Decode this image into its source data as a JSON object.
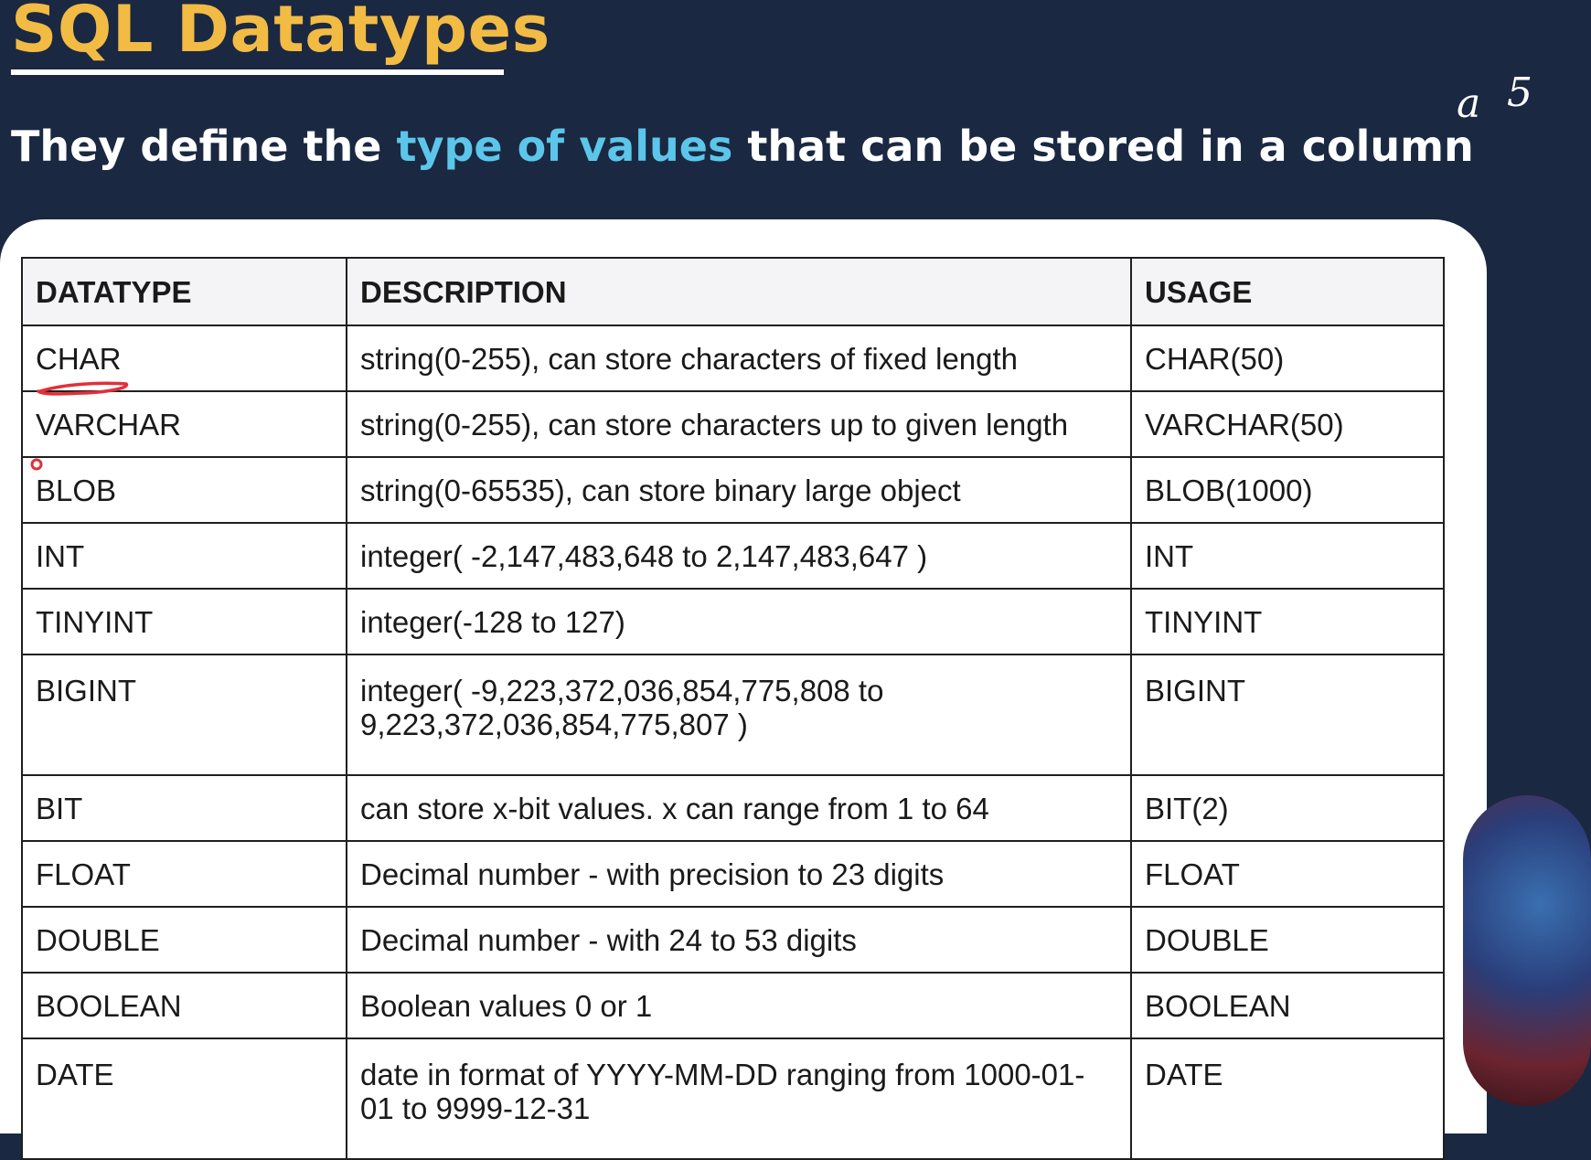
{
  "slide": {
    "title": "SQL Datatypes",
    "subtitle_pre": "They define the ",
    "subtitle_highlight": "type of values",
    "subtitle_post": " that can be stored in a column",
    "hand_note": "a",
    "hand_note_2": "5"
  },
  "table": {
    "headers": [
      "DATATYPE",
      "DESCRIPTION",
      "USAGE"
    ],
    "rows": [
      [
        "CHAR",
        "string(0-255), can store characters of fixed length",
        "CHAR(50)"
      ],
      [
        "VARCHAR",
        "string(0-255), can store characters up to given length",
        "VARCHAR(50)"
      ],
      [
        "BLOB",
        "string(0-65535), can store binary large object",
        "BLOB(1000)"
      ],
      [
        "INT",
        "integer( -2,147,483,648 to 2,147,483,647 )",
        "INT"
      ],
      [
        "TINYINT",
        "integer(-128 to 127)",
        "TINYINT"
      ],
      [
        "BIGINT",
        "integer( -9,223,372,036,854,775,808 to 9,223,372,036,854,775,807 )",
        "BIGINT"
      ],
      [
        "BIT",
        "can store x-bit values. x can range from 1 to 64",
        "BIT(2)"
      ],
      [
        "FLOAT",
        "Decimal number - with precision to 23 digits",
        "FLOAT"
      ],
      [
        "DOUBLE",
        "Decimal number - with 24 to 53 digits",
        "DOUBLE"
      ],
      [
        "BOOLEAN",
        "Boolean values 0 or 1",
        "BOOLEAN"
      ],
      [
        "DATE",
        "date in format of YYYY-MM-DD ranging from 1000-01-01 to 9999-12-31",
        "DATE"
      ]
    ]
  },
  "colors": {
    "background": "#1b2842",
    "title": "#f2bb44",
    "highlight": "#5cc6ea",
    "annotation": "#e0303a"
  }
}
